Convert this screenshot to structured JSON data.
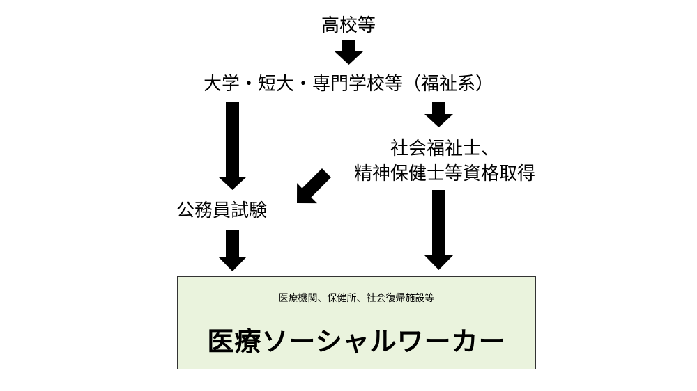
{
  "nodes": {
    "high_school": "高校等",
    "university": "大学・短大・専門学校等（福祉系）",
    "qualification_line1": "社会福祉士、",
    "qualification_line2": "精神保健士等資格取得",
    "exam": "公務員試験"
  },
  "destination": {
    "caption": "医療機関、保健所、社会復帰施設等",
    "title": "医療ソーシャルワーカー"
  },
  "colors": {
    "arrow": "#000000",
    "box_fill": "#eaf3dd",
    "box_border": "#333333"
  }
}
